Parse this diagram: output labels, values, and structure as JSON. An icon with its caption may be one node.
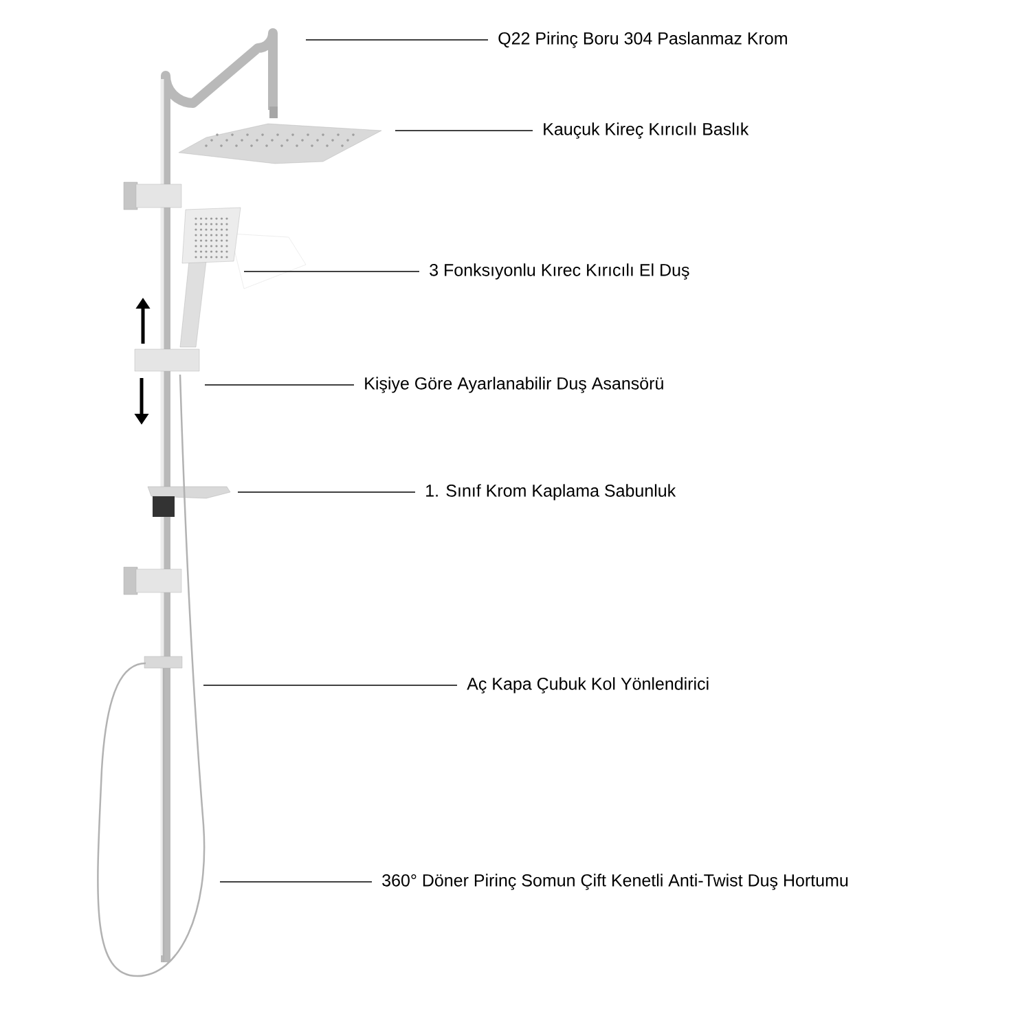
{
  "diagram": {
    "nodes": [
      {
        "text": [
          "Q22 Pirinç Boru 304 Paslanmaz Krom"
        ]
      },
      {
        "text": [
          "Kauçuk Kireç Kırıcılı Baslık"
        ]
      },
      {
        "text": [
          "3 Fonksıyonlu Kırec Kırıcılı El Duş"
        ]
      },
      {
        "text": [
          "Kişiye Göre Ayarlanabilir Duş Asansörü"
        ]
      },
      {
        "text": [
          "1. Sınıf Krom Kaplama Sabunluk"
        ]
      },
      {
        "text": [
          "Aç Kapa Çubuk Kol Yönlendirici"
        ]
      },
      {
        "text": [
          "360°  Döner Pirinç Somun Çift Kenetli Anti-Twist Duş Hortumu"
        ]
      }
    ],
    "edges": [
      {
        "from": 0,
        "to": null,
        "arrow": "none"
      },
      {
        "from": 1,
        "to": null,
        "arrow": "none"
      },
      {
        "from": 2,
        "to": null,
        "arrow": "none"
      },
      {
        "from": 3,
        "to": null,
        "arrow": "none"
      },
      {
        "from": 4,
        "to": null,
        "arrow": "none"
      },
      {
        "from": 5,
        "to": null,
        "arrow": "none"
      },
      {
        "from": 6,
        "to": null,
        "arrow": "none"
      }
    ]
  }
}
